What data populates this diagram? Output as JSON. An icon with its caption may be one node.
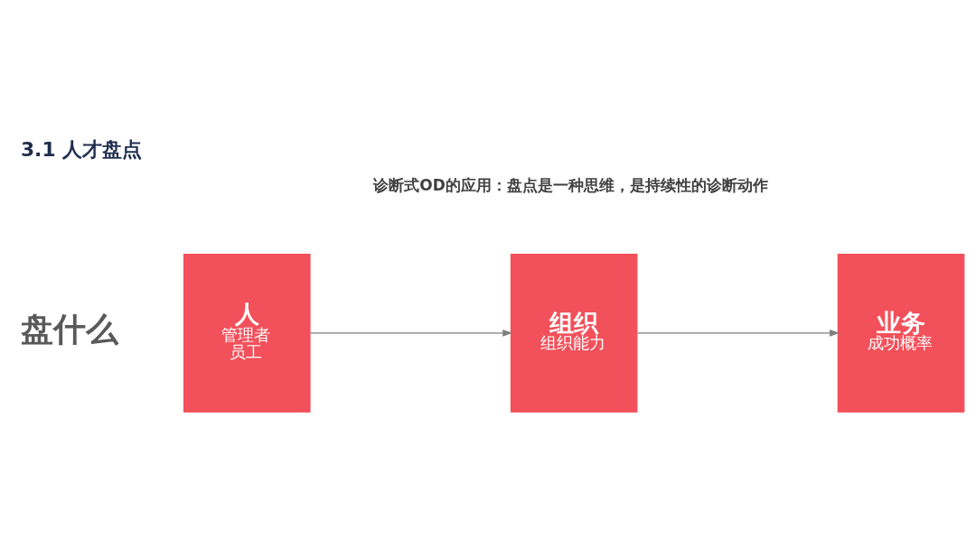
{
  "diagram": {
    "title": "3.1 人才盘点",
    "nodes": [
      {
        "text": [
          "人",
          "管理者",
          "员工"
        ]
      },
      {
        "text": [
          "组织",
          "组织能力"
        ]
      },
      {
        "text": [
          "业务",
          "成功概率"
        ]
      }
    ],
    "edges": [
      {
        "from": 0,
        "to": 1,
        "arrow": "to",
        "color": "#7f7f7f"
      },
      {
        "from": 1,
        "to": 2,
        "arrow": "to",
        "color": "#7f7f7f"
      }
    ],
    "labels": [
      "诊断式OD的应用：盘点是一种思维，是持续性的诊断动作",
      "盘什么"
    ]
  }
}
